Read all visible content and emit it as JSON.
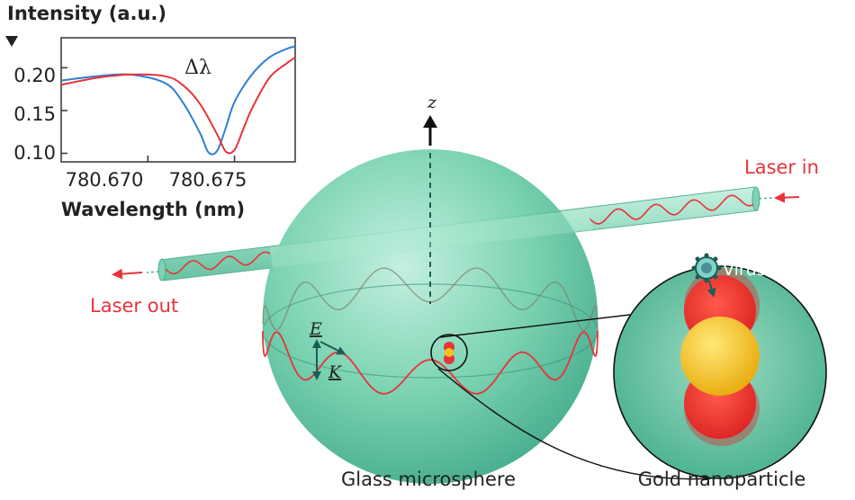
{
  "inset_chart": {
    "ylabel": "Intensity (a.u.)",
    "xlabel": "Wavelength (nm)",
    "delta_label": "Δλ",
    "yticks": [
      "0.20",
      "0.15",
      "0.10"
    ],
    "xticks": [
      "780.670",
      "780.675"
    ]
  },
  "chart_data": {
    "type": "line",
    "ylabel": "Intensity (a.u.)",
    "xlabel": "Wavelength (nm)",
    "xlim": [
      780.665,
      780.6785
    ],
    "ylim": [
      0.09,
      0.235
    ],
    "annotation": "Δλ",
    "series": [
      {
        "color": "#2f7fd6",
        "x": [
          780.665,
          780.667,
          780.669,
          780.671,
          780.672,
          780.673,
          780.6735,
          780.674,
          780.6745,
          780.675,
          780.676,
          780.677,
          780.678,
          780.6785
        ],
        "y": [
          0.185,
          0.19,
          0.192,
          0.182,
          0.16,
          0.124,
          0.101,
          0.103,
          0.13,
          0.16,
          0.192,
          0.212,
          0.222,
          0.225
        ]
      },
      {
        "color": "#e8333a",
        "x": [
          780.665,
          780.667,
          780.669,
          780.671,
          780.672,
          780.673,
          780.674,
          780.6745,
          780.675,
          780.6755,
          780.676,
          780.677,
          780.678,
          780.6785
        ],
        "y": [
          0.18,
          0.188,
          0.192,
          0.19,
          0.18,
          0.158,
          0.122,
          0.102,
          0.104,
          0.128,
          0.152,
          0.188,
          0.205,
          0.212
        ]
      }
    ]
  },
  "labels": {
    "z_axis": "z",
    "e_field": "E",
    "k_vector": "K",
    "laser_in": "Laser in",
    "laser_out": "Laser out",
    "virus": "Virus",
    "glass_microsphere": "Glass microsphere",
    "gold_nanoparticle": "Gold nanoparticle"
  },
  "colors": {
    "sphere": "#5dc4a0",
    "fiber": "#8fd9bd",
    "wave": "#e8333a",
    "arrow_red": "#e8333a",
    "gold": "#f3c40f",
    "accent_dark": "#1b5d55"
  }
}
